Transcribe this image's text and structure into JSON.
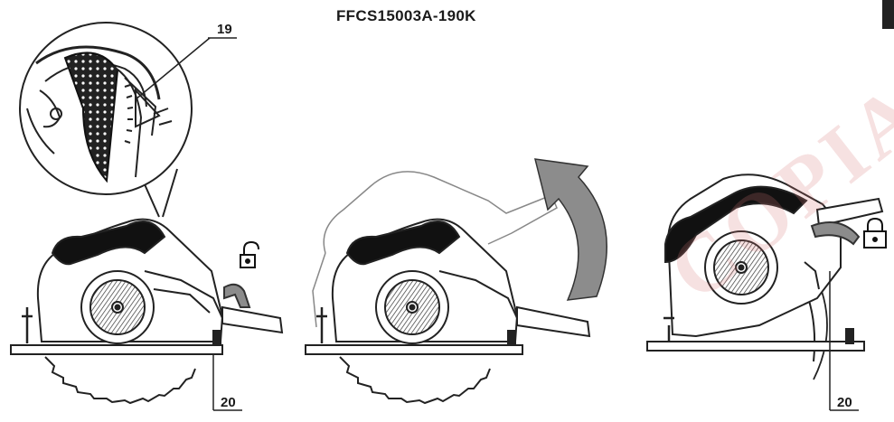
{
  "model": "FFCS15003A-190K",
  "callouts": {
    "zoom": "19",
    "lever_left": "20",
    "lever_right": "20"
  },
  "icons": [
    "unlock-icon",
    "lock-icon",
    "rotate-arrow"
  ],
  "colors": {
    "line": "#222222",
    "arrow_fill": "#8c8c8c",
    "watermark": "#d67878"
  },
  "watermark": "COPIA"
}
